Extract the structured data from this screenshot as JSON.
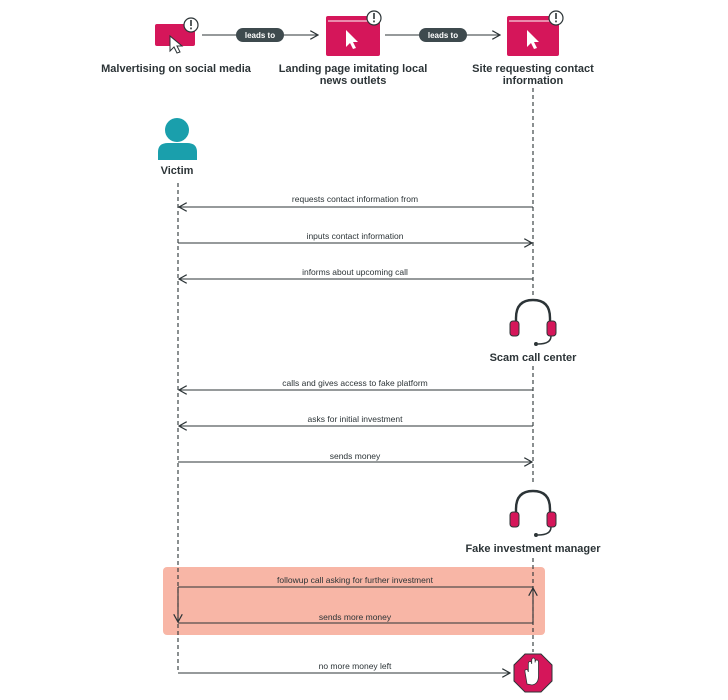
{
  "nodes": {
    "malvertising": {
      "lines": [
        "Malvertising on social media"
      ]
    },
    "landing_page": {
      "lines": [
        "Landing page imitating local",
        "news outlets"
      ]
    },
    "contact_site": {
      "lines": [
        "Site requesting contact",
        "information"
      ]
    }
  },
  "connectors": [
    "leads to",
    "leads to"
  ],
  "actors": {
    "victim": "Victim",
    "call_center": "Scam call center",
    "investment_manager": "Fake investment manager"
  },
  "messages": [
    {
      "text": "requests contact information from",
      "direction": "left"
    },
    {
      "text": "inputs contact information",
      "direction": "right"
    },
    {
      "text": "informs about upcoming call",
      "direction": "left"
    },
    {
      "text": "calls and gives access to fake platform",
      "direction": "left"
    },
    {
      "text": "asks for initial investment",
      "direction": "left"
    },
    {
      "text": "sends money",
      "direction": "right"
    },
    {
      "text": "followup call asking for further investment",
      "direction": "up-loop"
    },
    {
      "text": "sends more money",
      "direction": "down-loop"
    },
    {
      "text": "no more money left",
      "direction": "right"
    }
  ],
  "icons": {
    "warning": "exclamation-badge-icon",
    "browser": "browser-window-cursor-icon",
    "person": "person-icon",
    "headset": "headset-icon",
    "stop": "stop-hand-icon"
  },
  "colors": {
    "crimson": "#d5165a",
    "teal": "#1a9fac",
    "dark": "#2c3437",
    "loop_box": "#f8b6a6",
    "pill": "#3e4a4e"
  }
}
